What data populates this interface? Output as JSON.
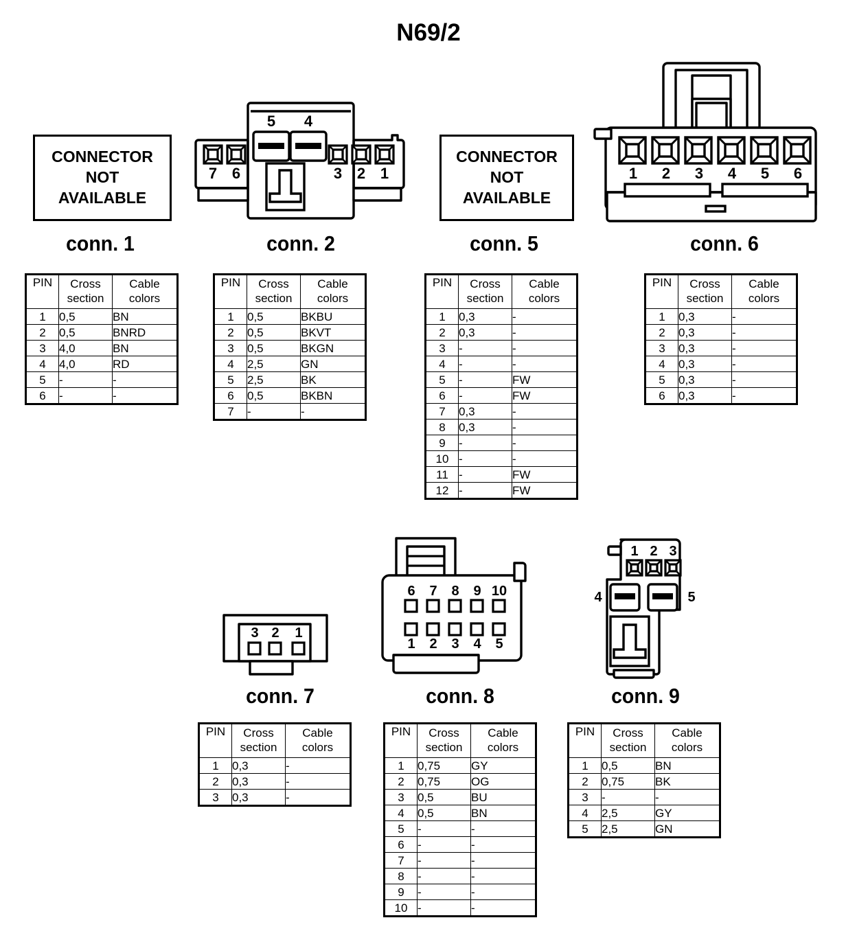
{
  "page": {
    "title": "N69/2"
  },
  "placeholder": {
    "line1": "CONNECTOR",
    "line2": "NOT",
    "line3": "AVAILABLE"
  },
  "table_headers": {
    "pin": "PIN",
    "cross_line1": "Cross",
    "cross_line2": "section",
    "cable_line1": "Cable",
    "cable_line2": "colors"
  },
  "connectors": [
    {
      "id": "conn1",
      "caption": "conn. 1",
      "graphic": "not-available",
      "pin_labels": [],
      "rows": [
        {
          "pin": "1",
          "cross_section": "0,5",
          "cable_colors": "BN"
        },
        {
          "pin": "2",
          "cross_section": "0,5",
          "cable_colors": "BNRD"
        },
        {
          "pin": "3",
          "cross_section": "4,0",
          "cable_colors": "BN"
        },
        {
          "pin": "4",
          "cross_section": "4,0",
          "cable_colors": "RD"
        },
        {
          "pin": "5",
          "cross_section": "-",
          "cable_colors": "-"
        },
        {
          "pin": "6",
          "cross_section": "-",
          "cable_colors": "-"
        }
      ]
    },
    {
      "id": "conn2",
      "caption": "conn. 2",
      "graphic": "cross-7pin",
      "pin_labels": [
        "7",
        "6",
        "5",
        "4",
        "3",
        "2",
        "1"
      ],
      "rows": [
        {
          "pin": "1",
          "cross_section": "0,5",
          "cable_colors": "BKBU"
        },
        {
          "pin": "2",
          "cross_section": "0,5",
          "cable_colors": "BKVT"
        },
        {
          "pin": "3",
          "cross_section": "0,5",
          "cable_colors": "BKGN"
        },
        {
          "pin": "4",
          "cross_section": "2,5",
          "cable_colors": "GN"
        },
        {
          "pin": "5",
          "cross_section": "2,5",
          "cable_colors": "BK"
        },
        {
          "pin": "6",
          "cross_section": "0,5",
          "cable_colors": "BKBN"
        },
        {
          "pin": "7",
          "cross_section": "-",
          "cable_colors": "-"
        }
      ]
    },
    {
      "id": "conn5",
      "caption": "conn. 5",
      "graphic": "not-available",
      "pin_labels": [],
      "rows": [
        {
          "pin": "1",
          "cross_section": "0,3",
          "cable_colors": "-"
        },
        {
          "pin": "2",
          "cross_section": "0,3",
          "cable_colors": "-"
        },
        {
          "pin": "3",
          "cross_section": "-",
          "cable_colors": "-"
        },
        {
          "pin": "4",
          "cross_section": "-",
          "cable_colors": "-"
        },
        {
          "pin": "5",
          "cross_section": "-",
          "cable_colors": "FW"
        },
        {
          "pin": "6",
          "cross_section": "-",
          "cable_colors": "FW"
        },
        {
          "pin": "7",
          "cross_section": "0,3",
          "cable_colors": "-"
        },
        {
          "pin": "8",
          "cross_section": "0,3",
          "cable_colors": "-"
        },
        {
          "pin": "9",
          "cross_section": "-",
          "cable_colors": "-"
        },
        {
          "pin": "10",
          "cross_section": "-",
          "cable_colors": "-"
        },
        {
          "pin": "11",
          "cross_section": "-",
          "cable_colors": "FW"
        },
        {
          "pin": "12",
          "cross_section": "-",
          "cable_colors": "FW"
        }
      ]
    },
    {
      "id": "conn6",
      "caption": "conn. 6",
      "graphic": "inline-6pin",
      "pin_labels": [
        "1",
        "2",
        "3",
        "4",
        "5",
        "6"
      ],
      "rows": [
        {
          "pin": "1",
          "cross_section": "0,3",
          "cable_colors": "-"
        },
        {
          "pin": "2",
          "cross_section": "0,3",
          "cable_colors": "-"
        },
        {
          "pin": "3",
          "cross_section": "0,3",
          "cable_colors": "-"
        },
        {
          "pin": "4",
          "cross_section": "0,3",
          "cable_colors": "-"
        },
        {
          "pin": "5",
          "cross_section": "0,3",
          "cable_colors": "-"
        },
        {
          "pin": "6",
          "cross_section": "0,3",
          "cable_colors": "-"
        }
      ]
    },
    {
      "id": "conn7",
      "caption": "conn. 7",
      "graphic": "inline-3pin",
      "pin_labels": [
        "3",
        "2",
        "1"
      ],
      "rows": [
        {
          "pin": "1",
          "cross_section": "0,3",
          "cable_colors": "-"
        },
        {
          "pin": "2",
          "cross_section": "0,3",
          "cable_colors": "-"
        },
        {
          "pin": "3",
          "cross_section": "0,3",
          "cable_colors": "-"
        }
      ]
    },
    {
      "id": "conn8",
      "caption": "conn. 8",
      "graphic": "grid-10pin",
      "pin_labels": [
        "6",
        "7",
        "8",
        "9",
        "10",
        "1",
        "2",
        "3",
        "4",
        "5"
      ],
      "rows": [
        {
          "pin": "1",
          "cross_section": "0,75",
          "cable_colors": "GY"
        },
        {
          "pin": "2",
          "cross_section": "0,75",
          "cable_colors": "OG"
        },
        {
          "pin": "3",
          "cross_section": "0,5",
          "cable_colors": "BU"
        },
        {
          "pin": "4",
          "cross_section": "0,5",
          "cable_colors": "BN"
        },
        {
          "pin": "5",
          "cross_section": "-",
          "cable_colors": "-"
        },
        {
          "pin": "6",
          "cross_section": "-",
          "cable_colors": "-"
        },
        {
          "pin": "7",
          "cross_section": "-",
          "cable_colors": "-"
        },
        {
          "pin": "8",
          "cross_section": "-",
          "cable_colors": "-"
        },
        {
          "pin": "9",
          "cross_section": "-",
          "cable_colors": "-"
        },
        {
          "pin": "10",
          "cross_section": "-",
          "cable_colors": "-"
        }
      ]
    },
    {
      "id": "conn9",
      "caption": "conn. 9",
      "graphic": "stepped-5pin",
      "pin_labels": [
        "1",
        "2",
        "3",
        "4",
        "5"
      ],
      "rows": [
        {
          "pin": "1",
          "cross_section": "0,5",
          "cable_colors": "BN"
        },
        {
          "pin": "2",
          "cross_section": "0,75",
          "cable_colors": "BK"
        },
        {
          "pin": "3",
          "cross_section": "-",
          "cable_colors": "-"
        },
        {
          "pin": "4",
          "cross_section": "2,5",
          "cable_colors": "GY"
        },
        {
          "pin": "5",
          "cross_section": "2,5",
          "cable_colors": "GN"
        }
      ]
    }
  ],
  "colors": {
    "ink": "#000000",
    "paper": "#ffffff"
  }
}
